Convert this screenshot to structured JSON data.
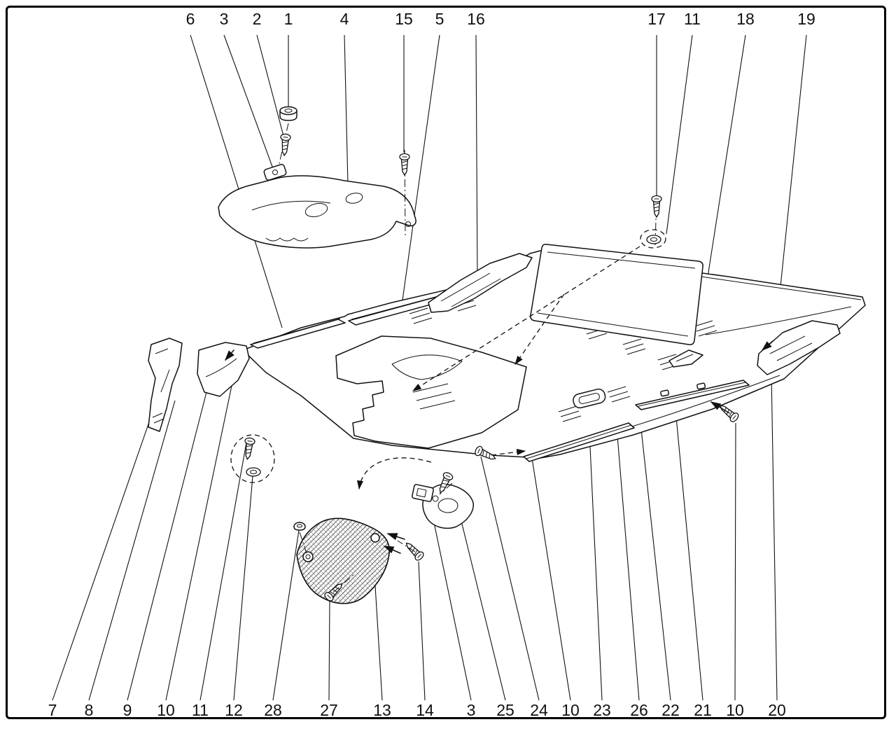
{
  "figure": {
    "type": "exploded-parts-diagram",
    "background_color": "#ffffff",
    "line_color": "#111111"
  },
  "callouts": {
    "top": [
      "6",
      "3",
      "2",
      "1",
      "4",
      "15",
      "5",
      "16",
      "17",
      "11",
      "18",
      "19"
    ],
    "bottom": [
      "7",
      "8",
      "9",
      "10",
      "11",
      "12",
      "28",
      "27",
      "13",
      "14",
      "3",
      "25",
      "24",
      "10",
      "23",
      "26",
      "22",
      "21",
      "10",
      "20"
    ]
  }
}
